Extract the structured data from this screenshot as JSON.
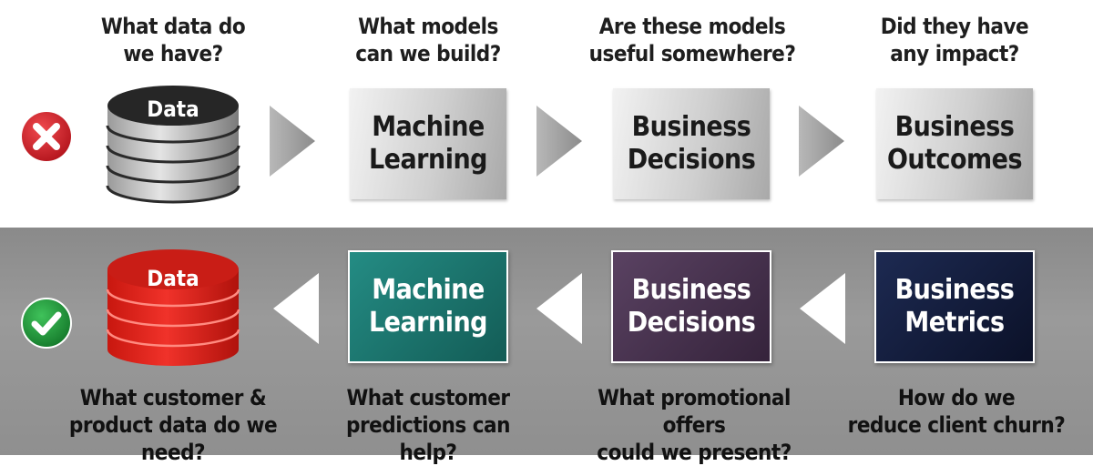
{
  "colors": {
    "wrong_badge": "#d0202a",
    "right_badge": "#1f9a3a",
    "ml_box": "#1b7a73",
    "decisions_box": "#4a3550",
    "metrics_box": "#141c3a",
    "grey_box": "#c4c4c4",
    "data_black": "#2a2a2a",
    "data_red": "#e0261f"
  },
  "top_row": {
    "status_icon": "x-icon",
    "questions": [
      {
        "line1": "What data do",
        "line2": "we have?"
      },
      {
        "line1": "What models",
        "line2": "can we build?"
      },
      {
        "line1": "Are these models",
        "line2": "useful somewhere?"
      },
      {
        "line1": "Did they have",
        "line2": "any impact?"
      }
    ],
    "data_label": "Data",
    "boxes": [
      {
        "line1": "Machine",
        "line2": "Learning"
      },
      {
        "line1": "Business",
        "line2": "Decisions"
      },
      {
        "line1": "Business",
        "line2": "Outcomes"
      }
    ]
  },
  "bottom_row": {
    "status_icon": "check-icon",
    "questions": [
      {
        "line1": "What customer &",
        "line2": "product data do we need?"
      },
      {
        "line1": "What customer",
        "line2": "predictions can help?"
      },
      {
        "line1": "What promotional offers",
        "line2": "could we present?"
      },
      {
        "line1": "How do we",
        "line2": "reduce client churn?"
      }
    ],
    "data_label": "Data",
    "boxes": [
      {
        "line1": "Machine",
        "line2": "Learning"
      },
      {
        "line1": "Business",
        "line2": "Decisions"
      },
      {
        "line1": "Business",
        "line2": "Metrics"
      }
    ]
  }
}
